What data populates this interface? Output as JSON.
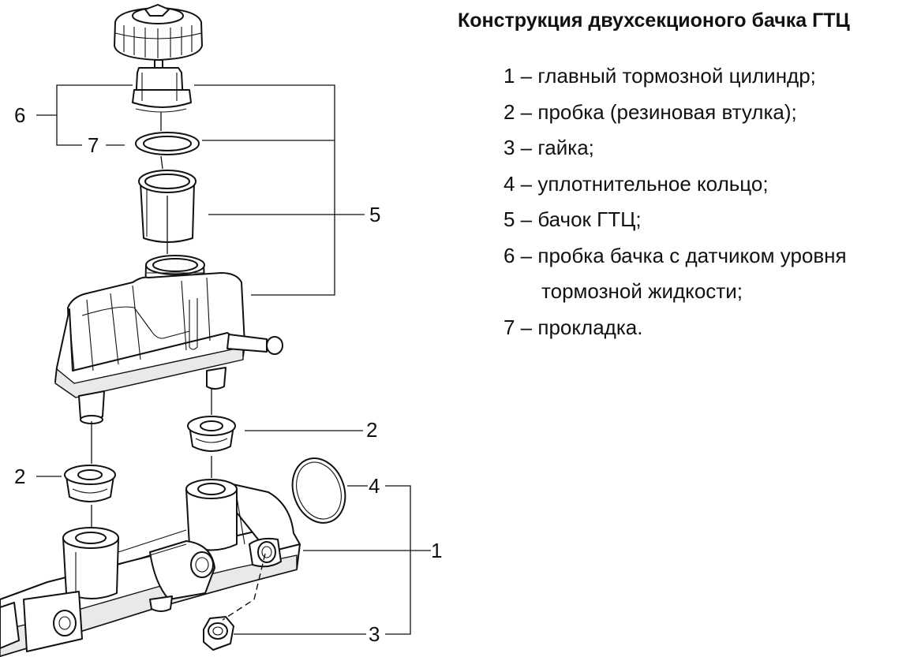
{
  "title": "Конструкция двухсекционого бачка ГТЦ",
  "legend": [
    "1 – главный тормозной цилиндр;",
    "2 – пробка (резиновая втулка);",
    "3 – гайка;",
    "4 – уплотнительное кольцо;",
    "5 – бачок ГТЦ;",
    "6 – пробка бачка с датчиком уровня",
    "тормозной жидкости;",
    "7 – прокладка."
  ],
  "callouts": [
    "1",
    "2",
    "2",
    "3",
    "4",
    "5",
    "6",
    "7"
  ]
}
